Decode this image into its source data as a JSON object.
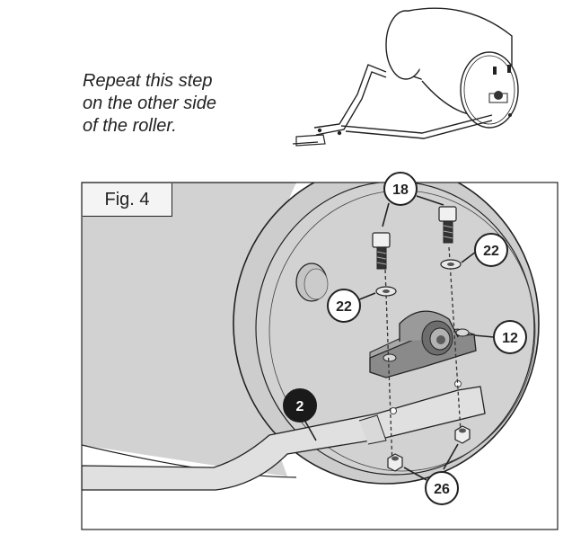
{
  "instruction": {
    "lines": [
      "Repeat this step",
      "on the other side",
      "of the roller."
    ]
  },
  "figure": {
    "label": "Fig. 4"
  },
  "callouts": {
    "c18": "18",
    "c22_right": "22",
    "c22_left": "22",
    "c12": "12",
    "c2": "2",
    "c26": "26"
  },
  "colors": {
    "drum_fill": "#d4d4d4",
    "drum_face": "#cfcfcf",
    "outline": "#222222",
    "callout_dark": "#1a1a1a",
    "handle_fill": "#e2e2e2"
  }
}
